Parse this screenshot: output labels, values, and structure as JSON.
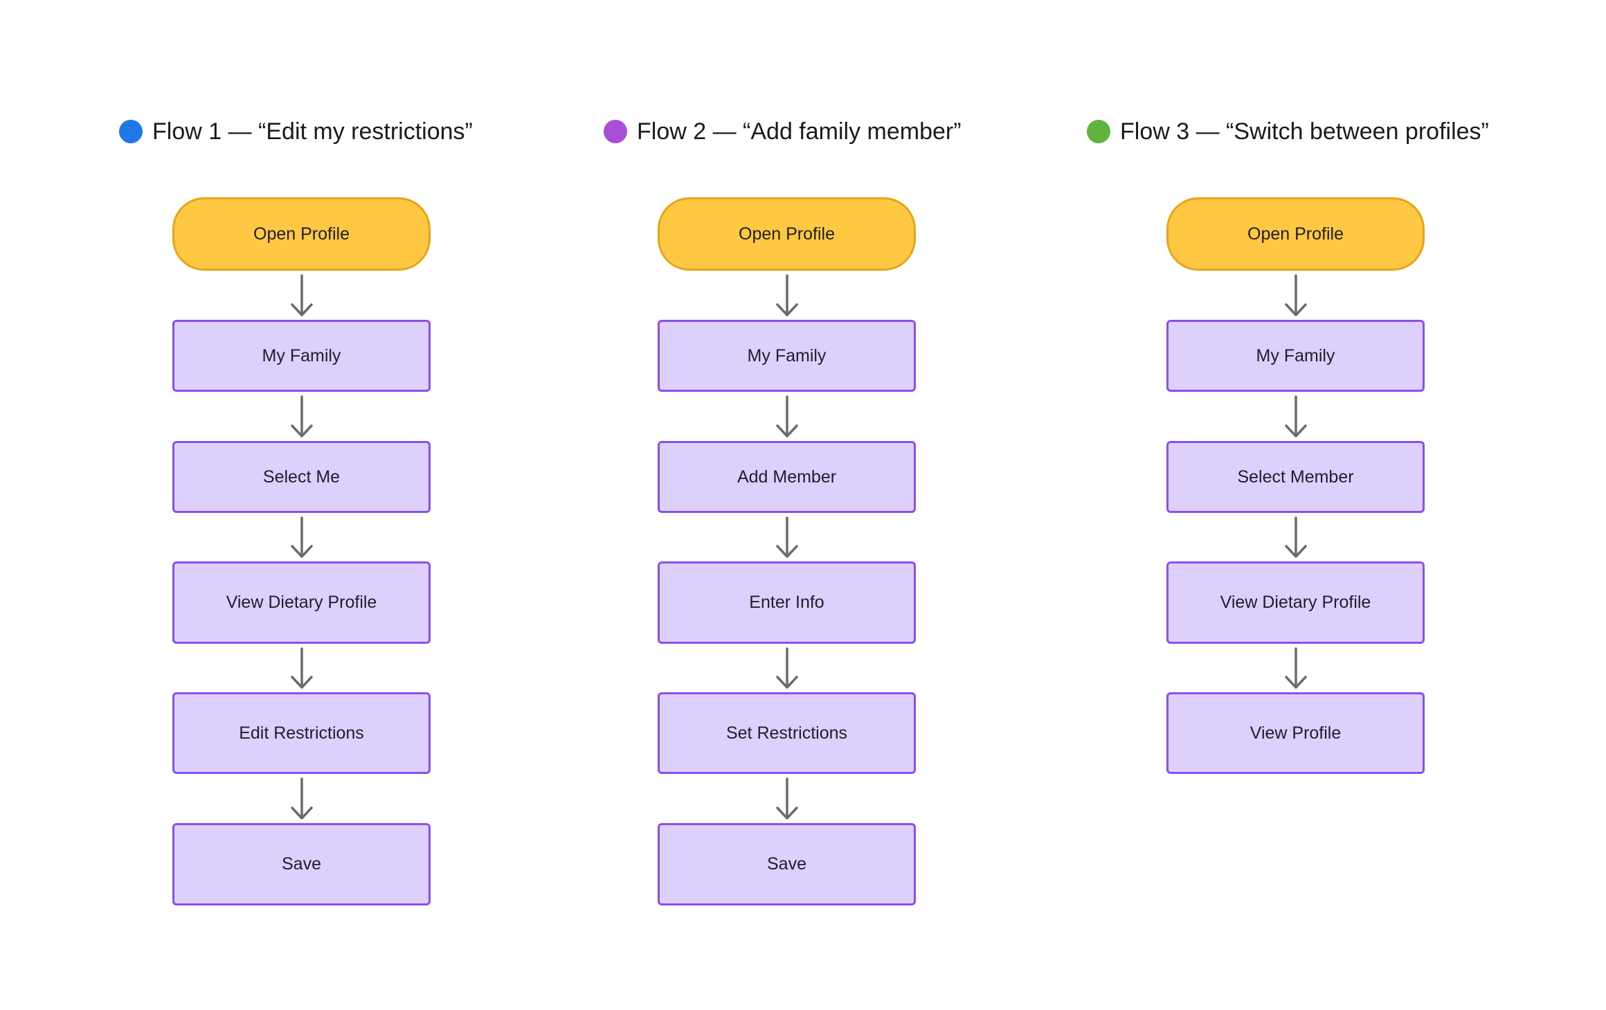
{
  "colors": {
    "start_fill": "#ffc843",
    "start_border": "#e8a317",
    "step_fill": "#ddd0fd",
    "step_border": "#8c4ef0",
    "arrow": "#6b6b6b"
  },
  "flows": [
    {
      "title": "Flow 1 — “Edit my restrictions”",
      "dot_icon": "blue-circle-icon",
      "dot_color": "#1f77e8",
      "steps": [
        "Open Profile",
        "My Family",
        "Select Me",
        "View Dietary Profile",
        "Edit Restrictions",
        "Save"
      ]
    },
    {
      "title": "Flow 2 — “Add family member”",
      "dot_icon": "purple-circle-icon",
      "dot_color": "#a94fd6",
      "steps": [
        "Open Profile",
        "My Family",
        "Add Member",
        "Enter Info",
        "Set Restrictions",
        "Save"
      ]
    },
    {
      "title": "Flow 3 — “Switch between profiles”",
      "dot_icon": "green-circle-icon",
      "dot_color": "#5fb33e",
      "steps": [
        "Open Profile",
        "My Family",
        "Select Member",
        "View Dietary Profile",
        "View Profile"
      ]
    }
  ]
}
